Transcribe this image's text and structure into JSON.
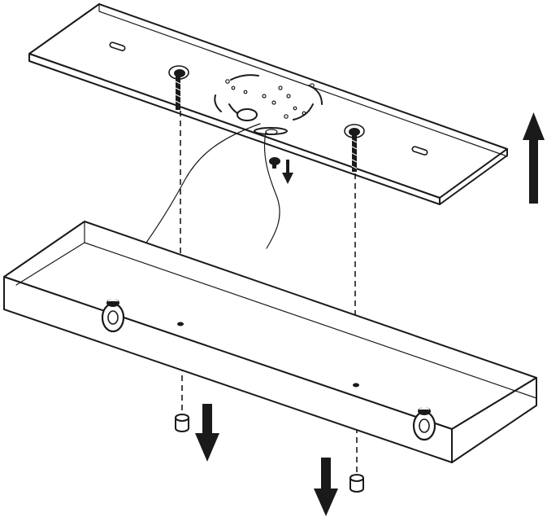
{
  "diagram": {
    "kind": "installation-illustration",
    "line_color": "#1a1a1a",
    "paper_color": "#ffffff",
    "parts": {
      "mounting_plate": "mounting-plate",
      "fixture_canopy": "fixture-canopy",
      "mounting_screws": 2,
      "decorative_knobs": 2,
      "finials": 2,
      "supply_wires": 2
    },
    "arrows": [
      {
        "id": "lift-arrow",
        "direction": "up"
      },
      {
        "id": "ground-screw-arrow",
        "direction": "down"
      },
      {
        "id": "left-finial-arrow",
        "direction": "down"
      },
      {
        "id": "right-finial-arrow",
        "direction": "down"
      }
    ]
  }
}
